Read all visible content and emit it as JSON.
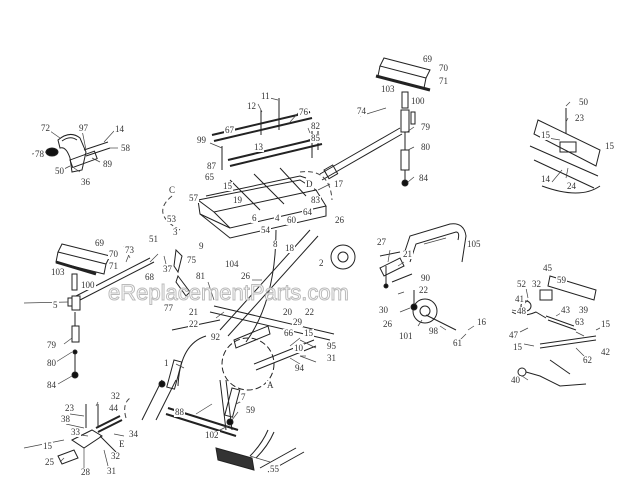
{
  "diagram": {
    "watermark": "eReplacementParts.com",
    "colors": {
      "line": "#222222",
      "label": "#333333",
      "fill": "#111111",
      "watermark_outline": "#bbbbbb"
    },
    "detail_letters": [
      "A",
      "C",
      "D",
      "E"
    ],
    "groups": {
      "handle_detail": [
        "72",
        "78",
        "97",
        "14",
        "58",
        "89",
        "50",
        "36"
      ],
      "top_rail": [
        "11",
        "12",
        "76",
        "67",
        "82",
        "85",
        "99",
        "13",
        "15",
        "17",
        "87",
        "65",
        "57",
        "19",
        "53",
        "3",
        "83",
        "64",
        "4",
        "6",
        "54",
        "60",
        "9",
        "8",
        "18",
        "2"
      ],
      "right_roller_stand": [
        "69",
        "70",
        "71",
        "103",
        "100",
        "74",
        "79",
        "80",
        "84"
      ],
      "bracket_detail": [
        "50",
        "23",
        "15",
        "15",
        "14",
        "24"
      ],
      "left_roller_stand": [
        "69",
        "70",
        "73",
        "71",
        "103",
        "100",
        "51",
        "68",
        "37",
        "75",
        "77",
        "5",
        "79",
        "80",
        "84"
      ],
      "center_frame": [
        "81",
        "104",
        "26",
        "21",
        "22",
        "20",
        "29",
        "66",
        "15",
        "92",
        "95",
        "31",
        "10",
        "94",
        "1",
        "7",
        "88",
        "59",
        "102",
        "55"
      ],
      "wheel_assembly": [
        "26",
        "27",
        "21",
        "105",
        "90",
        "22",
        "30",
        "26",
        "101",
        "98",
        "16",
        "61"
      ],
      "lock_detail": [
        "52",
        "41",
        "48",
        "45",
        "59",
        "32",
        "43",
        "39",
        "63",
        "47",
        "15",
        "15",
        "42",
        "62",
        "40"
      ],
      "clamp_detail": [
        "32",
        "44",
        "23",
        "38",
        "33",
        "15",
        "34",
        "32",
        "25",
        "28",
        "31"
      ]
    },
    "labels": [
      {
        "id": "l72",
        "text": "72"
      },
      {
        "id": "l97",
        "text": "97"
      },
      {
        "id": "l14a",
        "text": "14"
      },
      {
        "id": "l58",
        "text": "58"
      },
      {
        "id": "l78",
        "text": "78"
      },
      {
        "id": "l89",
        "text": "89"
      },
      {
        "id": "l50a",
        "text": "50"
      },
      {
        "id": "l36",
        "text": "36"
      },
      {
        "id": "l11",
        "text": "11"
      },
      {
        "id": "l12",
        "text": "12"
      },
      {
        "id": "l76",
        "text": "76"
      },
      {
        "id": "l67",
        "text": "67"
      },
      {
        "id": "l82",
        "text": "82"
      },
      {
        "id": "l85",
        "text": "85"
      },
      {
        "id": "l99",
        "text": "99"
      },
      {
        "id": "l13",
        "text": "13"
      },
      {
        "id": "l15a",
        "text": "15"
      },
      {
        "id": "l17",
        "text": "17"
      },
      {
        "id": "l87",
        "text": "87"
      },
      {
        "id": "l65",
        "text": "65"
      },
      {
        "id": "l57",
        "text": "57"
      },
      {
        "id": "l19",
        "text": "19"
      },
      {
        "id": "l53",
        "text": "53"
      },
      {
        "id": "l3",
        "text": "3"
      },
      {
        "id": "l83",
        "text": "83"
      },
      {
        "id": "l64",
        "text": "64"
      },
      {
        "id": "l4",
        "text": "4"
      },
      {
        "id": "l6",
        "text": "6"
      },
      {
        "id": "l54",
        "text": "54"
      },
      {
        "id": "l60",
        "text": "60"
      },
      {
        "id": "l9",
        "text": "9"
      },
      {
        "id": "l8",
        "text": "8"
      },
      {
        "id": "l18",
        "text": "18"
      },
      {
        "id": "l2",
        "text": "2"
      },
      {
        "id": "l69a",
        "text": "69"
      },
      {
        "id": "l70a",
        "text": "70"
      },
      {
        "id": "l71a",
        "text": "71"
      },
      {
        "id": "l103a",
        "text": "103"
      },
      {
        "id": "l100a",
        "text": "100"
      },
      {
        "id": "l74",
        "text": "74"
      },
      {
        "id": "l79a",
        "text": "79"
      },
      {
        "id": "l80a",
        "text": "80"
      },
      {
        "id": "l84a",
        "text": "84"
      },
      {
        "id": "l50b",
        "text": "50"
      },
      {
        "id": "l23a",
        "text": "23"
      },
      {
        "id": "l15b",
        "text": "15"
      },
      {
        "id": "l15c",
        "text": "15"
      },
      {
        "id": "l14b",
        "text": "14"
      },
      {
        "id": "l24",
        "text": "24"
      },
      {
        "id": "l69b",
        "text": "69"
      },
      {
        "id": "l70b",
        "text": "70"
      },
      {
        "id": "l73",
        "text": "73"
      },
      {
        "id": "l71b",
        "text": "71"
      },
      {
        "id": "l103b",
        "text": "103"
      },
      {
        "id": "l100b",
        "text": "100"
      },
      {
        "id": "l51",
        "text": "51"
      },
      {
        "id": "l68",
        "text": "68"
      },
      {
        "id": "l37",
        "text": "37"
      },
      {
        "id": "l75",
        "text": "75"
      },
      {
        "id": "l77",
        "text": "77"
      },
      {
        "id": "l5",
        "text": "5"
      },
      {
        "id": "l79b",
        "text": "79"
      },
      {
        "id": "l80b",
        "text": "80"
      },
      {
        "id": "l84b",
        "text": "84"
      },
      {
        "id": "l81",
        "text": "81"
      },
      {
        "id": "l104",
        "text": "104"
      },
      {
        "id": "l26a",
        "text": "26"
      },
      {
        "id": "l21a",
        "text": "21"
      },
      {
        "id": "l22a",
        "text": "22"
      },
      {
        "id": "l20",
        "text": "20"
      },
      {
        "id": "l22b",
        "text": "22"
      },
      {
        "id": "l29",
        "text": "29"
      },
      {
        "id": "l66",
        "text": "66"
      },
      {
        "id": "l15d",
        "text": "15"
      },
      {
        "id": "l92",
        "text": "92"
      },
      {
        "id": "l95",
        "text": "95"
      },
      {
        "id": "l31a",
        "text": "31"
      },
      {
        "id": "l10",
        "text": "10"
      },
      {
        "id": "l94",
        "text": "94"
      },
      {
        "id": "l1",
        "text": "1"
      },
      {
        "id": "l7",
        "text": "7"
      },
      {
        "id": "l88",
        "text": "88"
      },
      {
        "id": "l59a",
        "text": "59"
      },
      {
        "id": "l102",
        "text": "102"
      },
      {
        "id": "l55",
        "text": "55"
      },
      {
        "id": "l26b",
        "text": "26"
      },
      {
        "id": "l27",
        "text": "27"
      },
      {
        "id": "l21b",
        "text": "21"
      },
      {
        "id": "l105",
        "text": "105"
      },
      {
        "id": "l90",
        "text": "90"
      },
      {
        "id": "l22c",
        "text": "22"
      },
      {
        "id": "l30",
        "text": "30"
      },
      {
        "id": "l26c",
        "text": "26"
      },
      {
        "id": "l101",
        "text": "101"
      },
      {
        "id": "l98",
        "text": "98"
      },
      {
        "id": "l16",
        "text": "16"
      },
      {
        "id": "l61",
        "text": "61"
      },
      {
        "id": "l52",
        "text": "52"
      },
      {
        "id": "l45",
        "text": "45"
      },
      {
        "id": "l41",
        "text": "41"
      },
      {
        "id": "l32a",
        "text": "32"
      },
      {
        "id": "l59b",
        "text": "59"
      },
      {
        "id": "l48",
        "text": "48"
      },
      {
        "id": "l43",
        "text": "43"
      },
      {
        "id": "l39",
        "text": "39"
      },
      {
        "id": "l63",
        "text": "63"
      },
      {
        "id": "l47",
        "text": "47"
      },
      {
        "id": "l15e",
        "text": "15"
      },
      {
        "id": "l15f",
        "text": "15"
      },
      {
        "id": "l42",
        "text": "42"
      },
      {
        "id": "l62",
        "text": "62"
      },
      {
        "id": "l40",
        "text": "40"
      },
      {
        "id": "l32b",
        "text": "32"
      },
      {
        "id": "l44",
        "text": "44"
      },
      {
        "id": "l23b",
        "text": "23"
      },
      {
        "id": "l38",
        "text": "38"
      },
      {
        "id": "l33",
        "text": "33"
      },
      {
        "id": "l15g",
        "text": "15"
      },
      {
        "id": "l34",
        "text": "34"
      },
      {
        "id": "lE",
        "text": "E"
      },
      {
        "id": "l32c",
        "text": "32"
      },
      {
        "id": "l25",
        "text": "25"
      },
      {
        "id": "l28",
        "text": "28"
      },
      {
        "id": "l31b",
        "text": "31"
      },
      {
        "id": "lA",
        "text": "A"
      },
      {
        "id": "lC",
        "text": "C"
      },
      {
        "id": "lD",
        "text": "D"
      }
    ]
  }
}
